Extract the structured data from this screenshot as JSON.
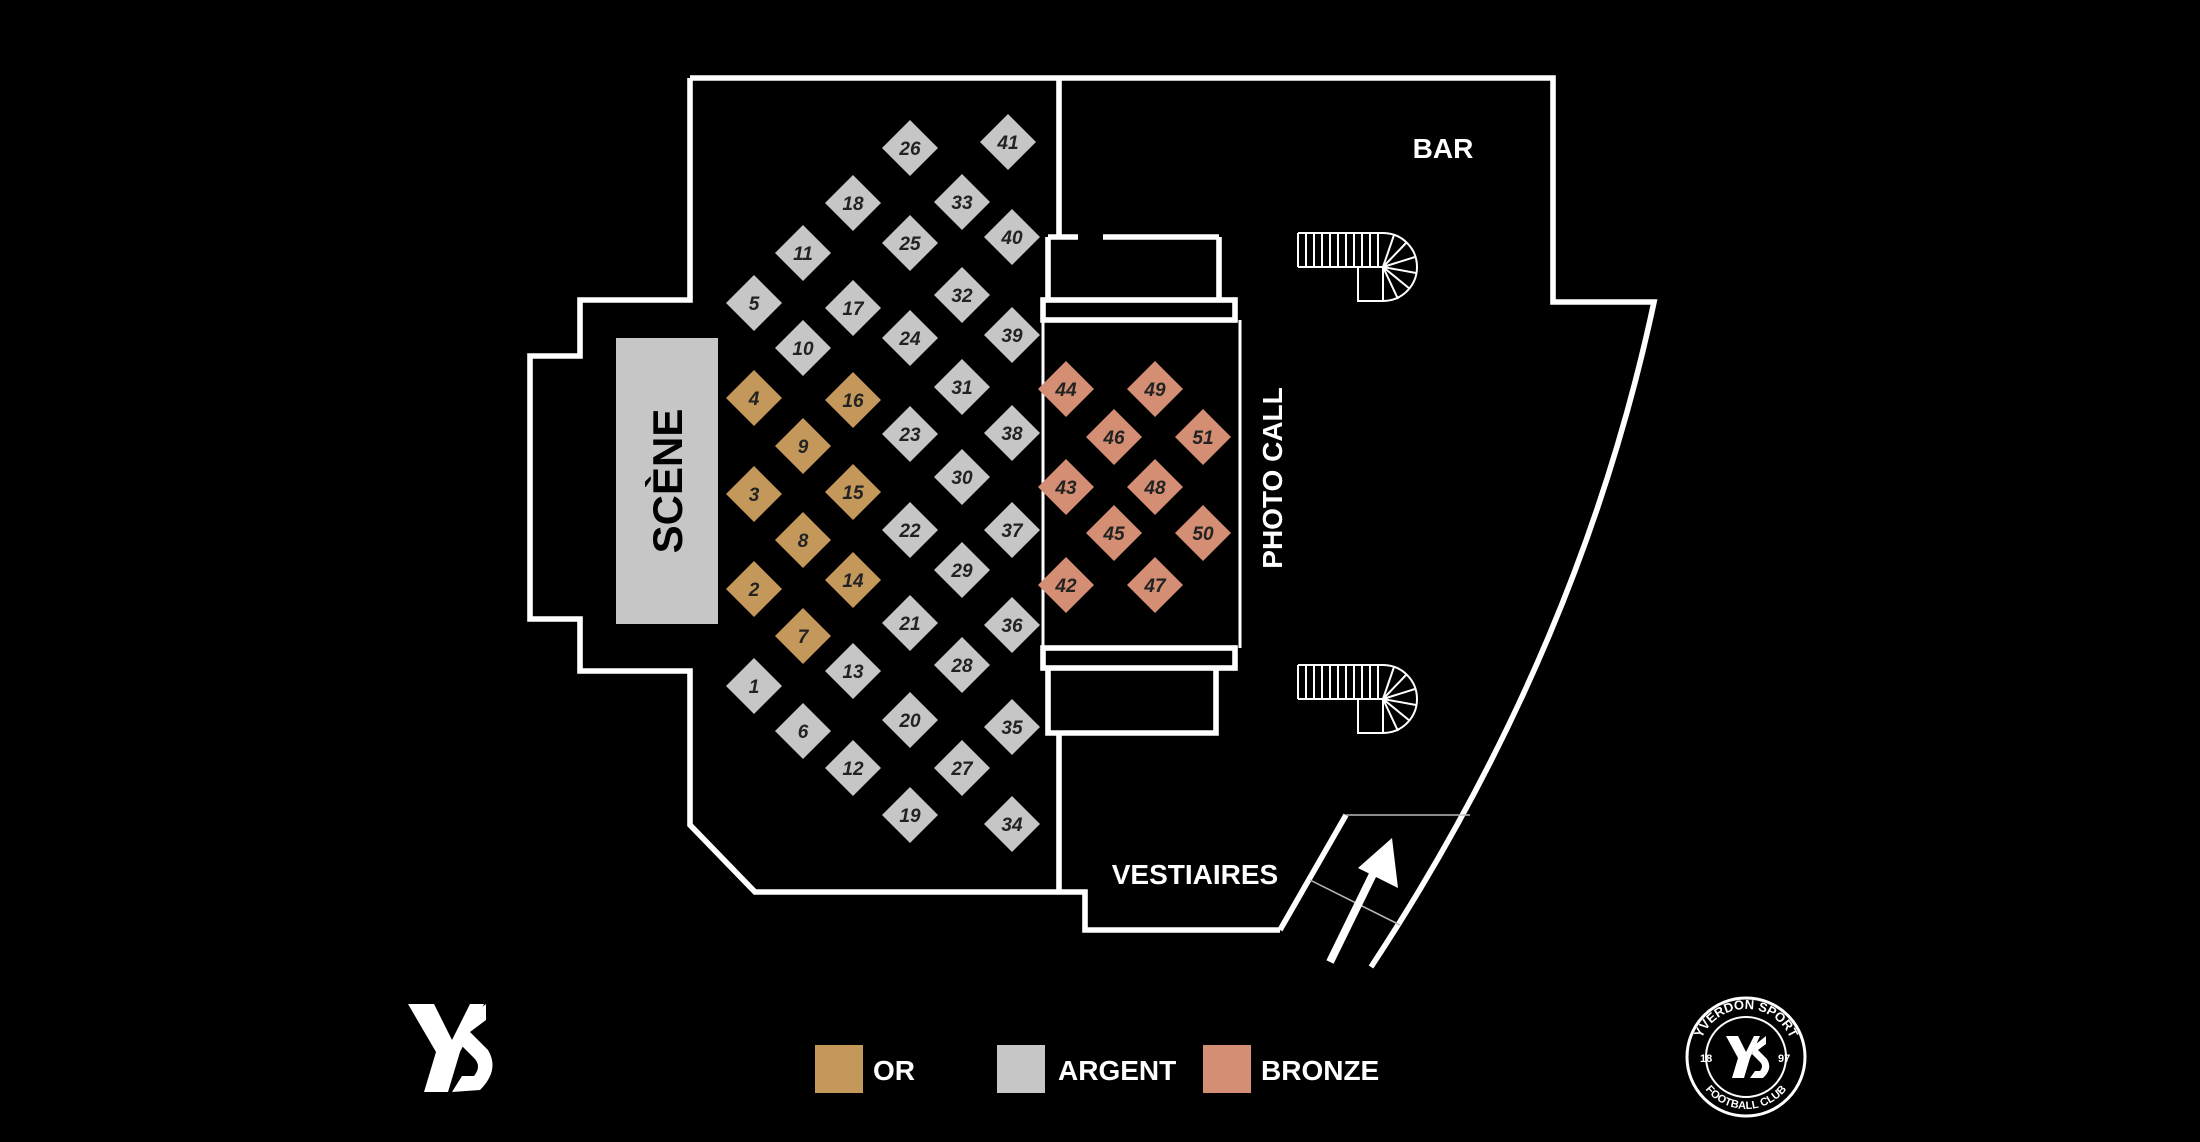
{
  "labels": {
    "stage": "SCÈNE",
    "bar": "BAR",
    "photo_call": "PHOTO CALL",
    "cloakroom": "VESTIAIRES"
  },
  "legend": [
    {
      "key": "or",
      "label": "OR",
      "color": "#c4985a"
    },
    {
      "key": "argent",
      "label": "ARGENT",
      "color": "#c6c6c6"
    },
    {
      "key": "bronze",
      "label": "BRONZE",
      "color": "#d38e74"
    }
  ],
  "logos": {
    "left_mark": "YS",
    "badge_top_text": "YVERDON SPORT",
    "badge_bottom_text": "FOOTBALL CLUB",
    "badge_year_left": "18",
    "badge_year_right": "97",
    "badge_mark": "YS"
  },
  "tables": [
    {
      "n": "1",
      "tier": "argent"
    },
    {
      "n": "2",
      "tier": "or"
    },
    {
      "n": "3",
      "tier": "or"
    },
    {
      "n": "4",
      "tier": "or"
    },
    {
      "n": "5",
      "tier": "argent"
    },
    {
      "n": "6",
      "tier": "argent"
    },
    {
      "n": "7",
      "tier": "or"
    },
    {
      "n": "8",
      "tier": "or"
    },
    {
      "n": "9",
      "tier": "or"
    },
    {
      "n": "10",
      "tier": "argent"
    },
    {
      "n": "11",
      "tier": "argent"
    },
    {
      "n": "12",
      "tier": "argent"
    },
    {
      "n": "13",
      "tier": "argent"
    },
    {
      "n": "14",
      "tier": "or"
    },
    {
      "n": "15",
      "tier": "or"
    },
    {
      "n": "16",
      "tier": "or"
    },
    {
      "n": "17",
      "tier": "argent"
    },
    {
      "n": "18",
      "tier": "argent"
    },
    {
      "n": "19",
      "tier": "argent"
    },
    {
      "n": "20",
      "tier": "argent"
    },
    {
      "n": "21",
      "tier": "argent"
    },
    {
      "n": "22",
      "tier": "argent"
    },
    {
      "n": "23",
      "tier": "argent"
    },
    {
      "n": "24",
      "tier": "argent"
    },
    {
      "n": "25",
      "tier": "argent"
    },
    {
      "n": "26",
      "tier": "argent"
    },
    {
      "n": "27",
      "tier": "argent"
    },
    {
      "n": "28",
      "tier": "argent"
    },
    {
      "n": "29",
      "tier": "argent"
    },
    {
      "n": "30",
      "tier": "argent"
    },
    {
      "n": "31",
      "tier": "argent"
    },
    {
      "n": "32",
      "tier": "argent"
    },
    {
      "n": "33",
      "tier": "argent"
    },
    {
      "n": "34",
      "tier": "argent"
    },
    {
      "n": "35",
      "tier": "argent"
    },
    {
      "n": "36",
      "tier": "argent"
    },
    {
      "n": "37",
      "tier": "argent"
    },
    {
      "n": "38",
      "tier": "argent"
    },
    {
      "n": "39",
      "tier": "argent"
    },
    {
      "n": "40",
      "tier": "argent"
    },
    {
      "n": "41",
      "tier": "argent"
    },
    {
      "n": "42",
      "tier": "bronze"
    },
    {
      "n": "43",
      "tier": "bronze"
    },
    {
      "n": "44",
      "tier": "bronze"
    },
    {
      "n": "45",
      "tier": "bronze"
    },
    {
      "n": "46",
      "tier": "bronze"
    },
    {
      "n": "47",
      "tier": "bronze"
    },
    {
      "n": "48",
      "tier": "bronze"
    },
    {
      "n": "49",
      "tier": "bronze"
    },
    {
      "n": "50",
      "tier": "bronze"
    },
    {
      "n": "51",
      "tier": "bronze"
    }
  ]
}
